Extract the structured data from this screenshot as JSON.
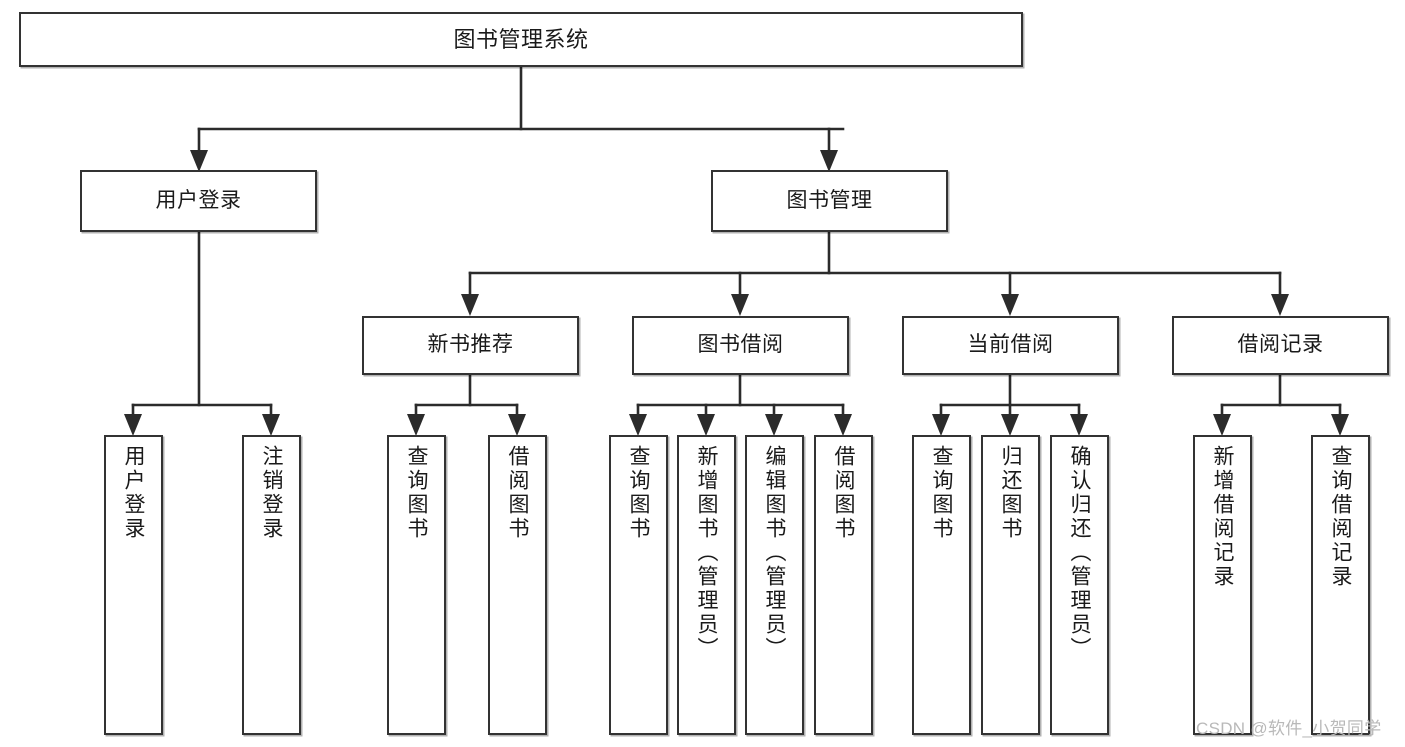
{
  "diagram": {
    "type": "hierarchy-tree",
    "title": "图书管理系统",
    "watermark": "CSDN @软件_小贺同学",
    "colors": {
      "box_border": "#333333",
      "box_fill": "#ffffff",
      "connector": "#2b2b2b",
      "text": "#1a1a1a",
      "watermark": "#b9b9b9"
    },
    "nodes": {
      "root": {
        "label": "图书管理系统"
      },
      "level2": [
        {
          "id": "user-login",
          "label": "用户登录"
        },
        {
          "id": "book-manage",
          "label": "图书管理"
        }
      ],
      "level3": [
        {
          "id": "new-book-recommend",
          "label": "新书推荐"
        },
        {
          "id": "book-borrow",
          "label": "图书借阅"
        },
        {
          "id": "current-borrow",
          "label": "当前借阅"
        },
        {
          "id": "borrow-record",
          "label": "借阅记录"
        }
      ],
      "leaves": {
        "user-login": [
          {
            "id": "leaf-user-login",
            "label": "用户登录"
          },
          {
            "id": "leaf-logout",
            "label": "注销登录"
          }
        ],
        "new-book-recommend": [
          {
            "id": "leaf-query-book-1",
            "label": "查询图书"
          },
          {
            "id": "leaf-borrow-book-1",
            "label": "借阅图书"
          }
        ],
        "book-borrow": [
          {
            "id": "leaf-query-book-2",
            "label": "查询图书"
          },
          {
            "id": "leaf-add-book",
            "label": "新增图书（管理员）"
          },
          {
            "id": "leaf-edit-book",
            "label": "编辑图书（管理员）"
          },
          {
            "id": "leaf-borrow-book-2",
            "label": "借阅图书"
          }
        ],
        "current-borrow": [
          {
            "id": "leaf-query-book-3",
            "label": "查询图书"
          },
          {
            "id": "leaf-return-book",
            "label": "归还图书"
          },
          {
            "id": "leaf-confirm-return",
            "label": "确认归还（管理员）"
          }
        ],
        "borrow-record": [
          {
            "id": "leaf-add-record",
            "label": "新增借阅记录"
          },
          {
            "id": "leaf-query-record",
            "label": "查询借阅记录"
          }
        ]
      }
    }
  }
}
